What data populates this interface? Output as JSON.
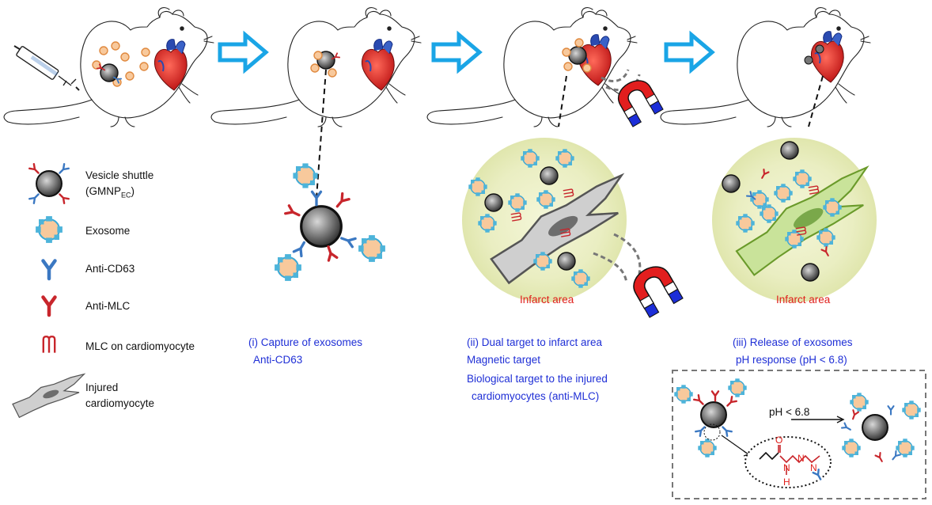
{
  "legend": {
    "vesicle_shuttle_line1": "Vesicle shuttle",
    "vesicle_shuttle_line2_prefix": "(GMNP",
    "vesicle_shuttle_line2_sub": "EC",
    "vesicle_shuttle_line2_suffix": ")",
    "exosome": "Exosome",
    "anti_cd63": "Anti-CD63",
    "anti_mlc": "Anti-MLC",
    "mlc": "MLC on cardiomyocyte",
    "injured_line1": "Injured",
    "injured_line2": "cardiomyocyte"
  },
  "steps": {
    "step1_line1": "(i) Capture of exosomes",
    "step1_line2": "Anti-CD63",
    "step2_line1": "(ii) Dual target to infarct area",
    "step2_line2": "Magnetic target",
    "step2_line3": "Biological target to the injured",
    "step2_line4": "cardiomyocytes (anti-MLC)",
    "step3_line1": "(iii) Release of exosomes",
    "step3_line2": "pH response (pH < 6.8)"
  },
  "infarct_label_1": "Infarct area",
  "infarct_label_2": "Infarct area",
  "inset": {
    "arrow_label": "pH < 6.8",
    "atom_O": "O",
    "atom_N1": "N",
    "atom_N2": "N",
    "atom_N3": "N",
    "atom_H": "H"
  },
  "colors": {
    "arrow_blue": "#1aa5e6",
    "antibody_blue": "#3b78c2",
    "antibody_red": "#c8262c",
    "exosome_fill": "#f8c99c",
    "exosome_ring": "#3ba9d6",
    "infarct_bg": "#eef2c8",
    "caption_blue": "#1f2fd6",
    "infarct_red": "#e0201c"
  },
  "icons": [
    "syringe-icon",
    "rat-icon",
    "heart-icon",
    "magnet-icon",
    "step-arrow-icon"
  ]
}
